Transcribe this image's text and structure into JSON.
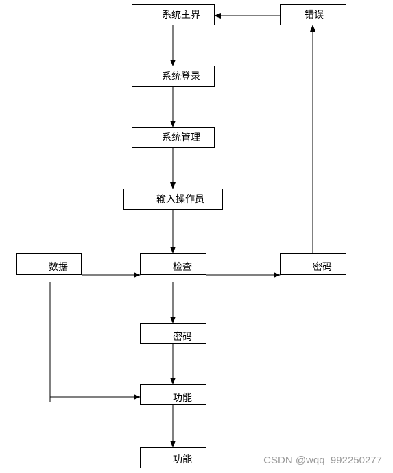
{
  "nodes": {
    "main": "系统主界",
    "error": "错误",
    "login": "系统登录",
    "manage": "系统管理",
    "operator": "输入操作员",
    "data": "数据",
    "check": "检查",
    "password_right": "密码",
    "password_center": "密码",
    "function1": "功能",
    "function2": "功能"
  },
  "watermark": "CSDN @wqq_992250277"
}
